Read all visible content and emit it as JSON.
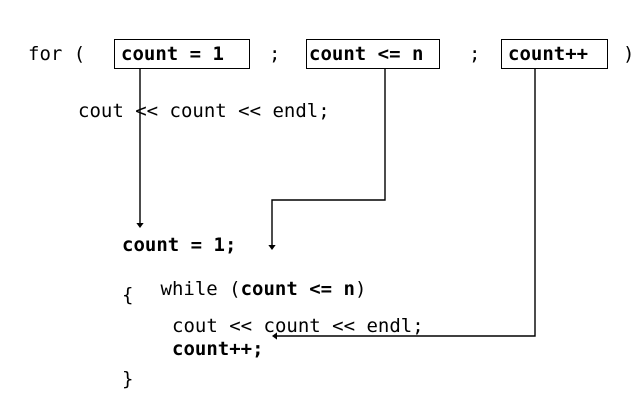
{
  "diagram": {
    "title": "for loop expanded into equivalent while loop",
    "stroke_color": "#000000",
    "background_color": "#ffffff",
    "text_color": "#000000"
  },
  "for_line": {
    "keyword": "for (",
    "sep1": ";",
    "sep2": ";",
    "close_paren": ")",
    "boxes": [
      {
        "name": "initialization",
        "text": "count = 1"
      },
      {
        "name": "condition",
        "text": "count <= n"
      },
      {
        "name": "update",
        "text": "count++"
      }
    ]
  },
  "for_body": {
    "statement": "cout << count << endl;"
  },
  "while_block": {
    "lines": [
      {
        "bold": "count = 1;",
        "plain": ""
      },
      {
        "bold": "",
        "plain": "while ("
      },
      {
        "bold": "count <= n",
        "plain": ""
      },
      {
        "bold": "",
        "plain": ")"
      },
      {
        "bold": "",
        "plain": "{"
      },
      {
        "bold": "",
        "plain": "cout << count << endl;"
      },
      {
        "bold": "count++;",
        "plain": ""
      },
      {
        "bold": "",
        "plain": "}"
      }
    ],
    "line_init": "count = 1;",
    "line_while_open": "while (",
    "line_while_cond": "count <= n",
    "line_while_close": ")",
    "line_open_brace": "{",
    "line_cout": "cout << count << endl;",
    "line_increment": "count++;",
    "line_close_brace": "}"
  },
  "arrows": [
    {
      "name": "init-arrow",
      "from_box": "initialization",
      "to_line": "count = 1;"
    },
    {
      "name": "condition-arrow",
      "from_box": "condition",
      "to_line": "while (count <= n)"
    },
    {
      "name": "update-arrow",
      "from_box": "update",
      "to_line": "count++;"
    }
  ]
}
